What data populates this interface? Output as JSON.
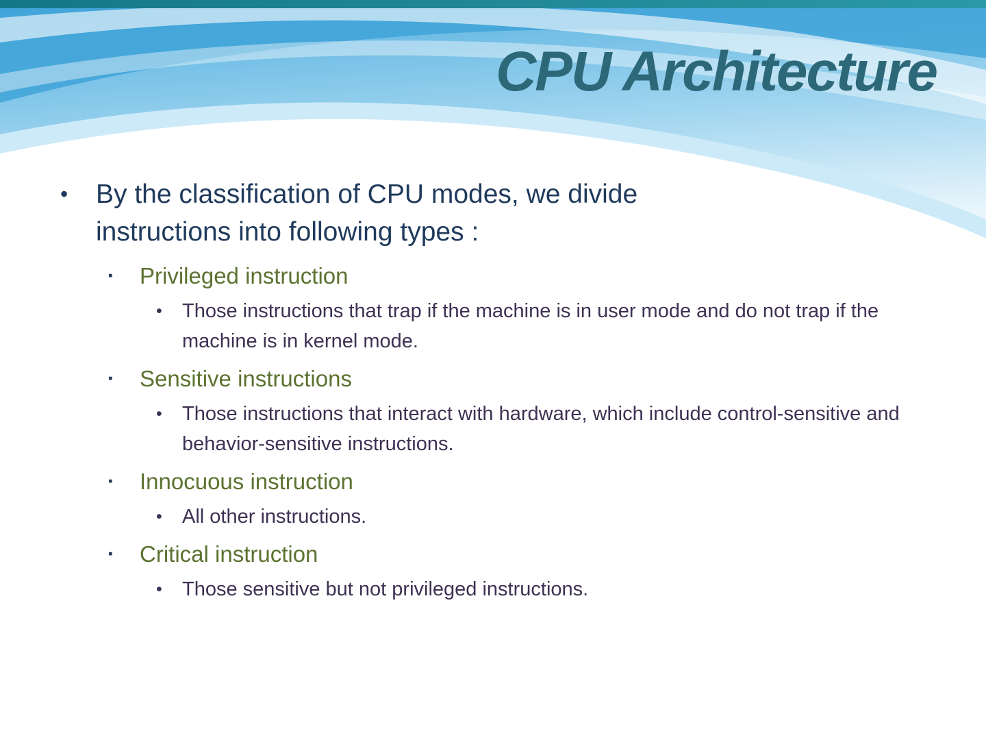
{
  "slide": {
    "title": "CPU Architecture",
    "colors": {
      "title_teal": "#2c6878",
      "level1_navy": "#1f3a5c",
      "level2_olive": "#5c7230",
      "level3_purple": "#3e3153",
      "header_blue": "#54b1e0",
      "header_teal_strip": "#1b7f8d"
    },
    "bullet_glyphs": {
      "level1": "•",
      "level2": "▪",
      "level3": "•"
    },
    "content": {
      "intro": "By the classification of CPU modes, we divide instructions into following types :",
      "sections": [
        {
          "heading": "Privileged instruction",
          "detail": "Those instructions that trap if the machine is in user mode and do not trap if the machine is in kernel mode."
        },
        {
          "heading": "Sensitive instructions",
          "detail": "Those instructions that interact with hardware, which include control-sensitive and behavior-sensitive instructions."
        },
        {
          "heading": "Innocuous instruction",
          "detail": "All other instructions."
        },
        {
          "heading": "Critical instruction",
          "detail": "Those sensitive but not privileged instructions."
        }
      ]
    }
  }
}
